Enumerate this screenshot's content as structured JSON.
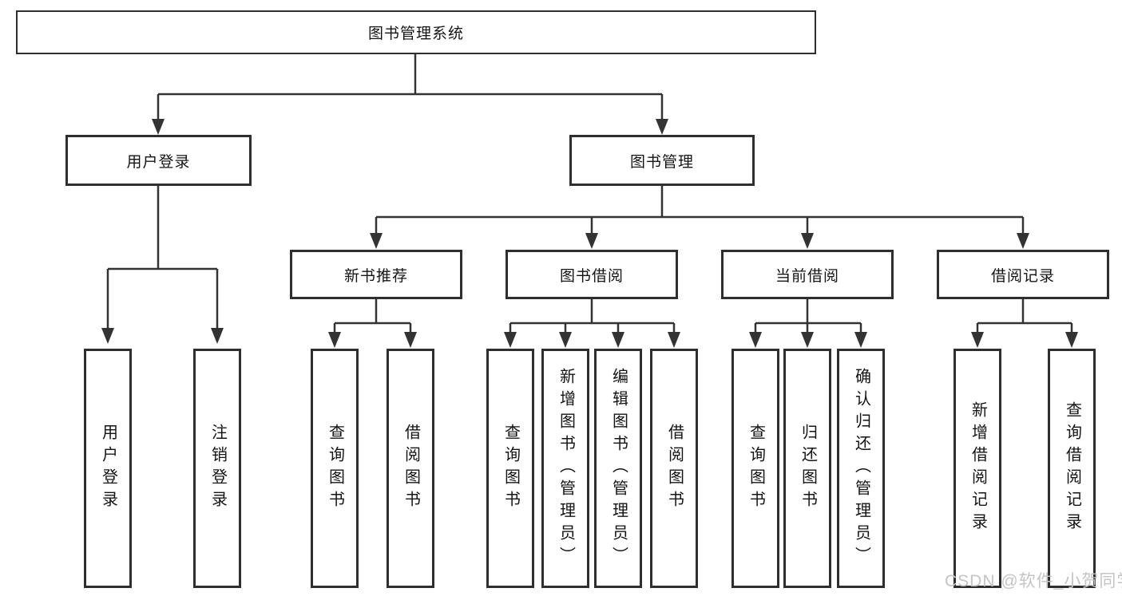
{
  "colors": {
    "background": "#ffffff",
    "line": "#333333",
    "box_border": "#2e2e2e",
    "text": "#141414",
    "watermark": "#c4c4c4"
  },
  "watermark": {
    "text": "CSDN @软件_小贺同学"
  },
  "tree": {
    "root": {
      "label": "图书管理系统"
    },
    "children": [
      {
        "label": "用户登录",
        "children": [
          {
            "label": "用户登录"
          },
          {
            "label": "注销登录"
          }
        ]
      },
      {
        "label": "图书管理",
        "children": [
          {
            "label": "新书推荐",
            "children": [
              {
                "label": "查询图书"
              },
              {
                "label": "借阅图书"
              }
            ]
          },
          {
            "label": "图书借阅",
            "children": [
              {
                "label": "查询图书"
              },
              {
                "label": "新增图书（管理员）"
              },
              {
                "label": "编辑图书（管理员）"
              },
              {
                "label": "借阅图书"
              }
            ]
          },
          {
            "label": "当前借阅",
            "children": [
              {
                "label": "查询图书"
              },
              {
                "label": "归还图书"
              },
              {
                "label": "确认归还（管理员）"
              }
            ]
          },
          {
            "label": "借阅记录",
            "children": [
              {
                "label": "新增借阅记录"
              },
              {
                "label": "查询借阅记录"
              }
            ]
          }
        ]
      }
    ]
  }
}
